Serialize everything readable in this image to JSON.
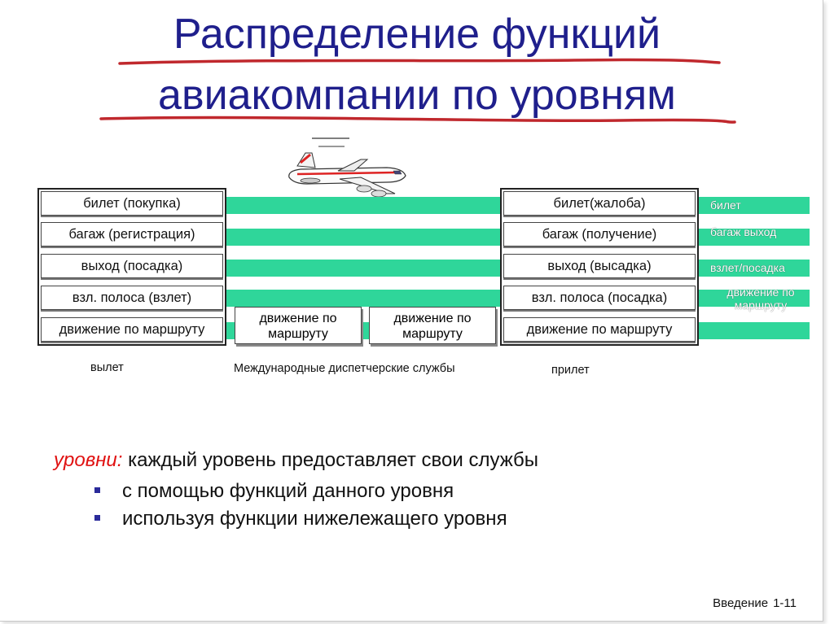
{
  "title": {
    "line1": "Распределение функций",
    "line2": "авиакомпании по уровням"
  },
  "departure": {
    "layers": [
      "билет (покупка)",
      "багаж (регистрация)",
      "выход (посадка)",
      "взл. полоса (взлет)",
      "движение по маршруту"
    ],
    "caption": "вылет"
  },
  "intermediate": {
    "nodes": [
      "движение по маршруту",
      "движение по маршруту"
    ],
    "caption": "Международные диспетчерские службы"
  },
  "arrival": {
    "layers": [
      "билет(жалоба)",
      "багаж (получение)",
      "выход (высадка)",
      "взл. полоса (посадка)",
      "движение по маршруту"
    ],
    "caption": "прилет"
  },
  "side_labels": [
    "билет",
    "багаж  выход",
    "взлет/посадка",
    "движение по маршруту"
  ],
  "levels": {
    "keyword": "уровни:",
    "statement": " каждый уровень предоставляет свои службы",
    "bullets": [
      "с помощью функций данного уровня",
      "используя функции нижележащего уровня"
    ]
  },
  "footer": {
    "section": "Введение",
    "page": "1-11"
  },
  "colors": {
    "title": "#1f1f8c",
    "underline": "#c0282d",
    "band": "#2fd69a",
    "keyword": "#e01010",
    "bullet": "#2a2a9a"
  },
  "icons": [
    "airplane-icon"
  ]
}
